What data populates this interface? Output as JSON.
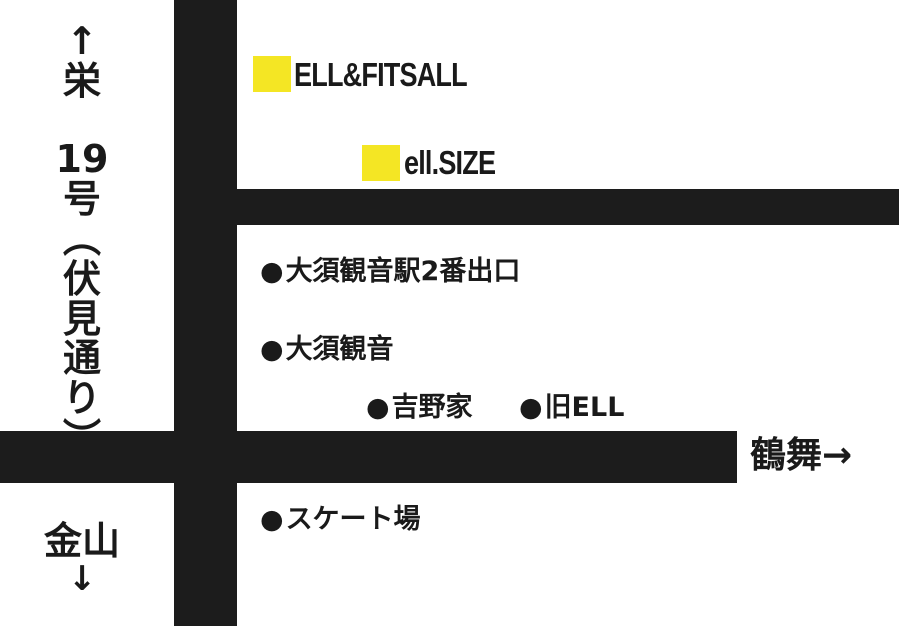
{
  "colors": {
    "road": "#1c1c1c",
    "marker": "#f4e624",
    "text": "#1a1a1a"
  },
  "shops": {
    "main": {
      "label": "ELL&FITSALL",
      "icon": "yellow-square"
    },
    "second": {
      "label": "ell.SIZE",
      "icon": "yellow-square"
    }
  },
  "landmarks": {
    "station_exit": "大須観音駅2番出口",
    "osu_kannon": "大須観音",
    "yoshinoya": "吉野家",
    "old_ell": "旧ELL",
    "skate_rink": "スケート場",
    "dot": "●"
  },
  "directions": {
    "north_arrow": "↑",
    "north": "栄",
    "route": "19号(伏見通り)",
    "south": "金山",
    "south_arrow": "↓",
    "east": "鶴舞→"
  }
}
